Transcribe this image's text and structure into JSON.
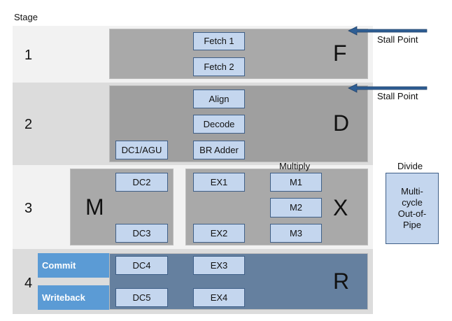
{
  "stage_label": "Stage",
  "stages": [
    "1",
    "2",
    "3",
    "4"
  ],
  "big_letters": {
    "F": "F",
    "D": "D",
    "M": "M",
    "X": "X",
    "R": "R"
  },
  "boxes": {
    "fetch1": "Fetch 1",
    "fetch2": "Fetch 2",
    "align": "Align",
    "decode": "Decode",
    "dc1agu": "DC1/AGU",
    "bradder": "BR Adder",
    "dc2": "DC2",
    "dc3": "DC3",
    "ex1": "EX1",
    "ex2": "EX2",
    "m1": "M1",
    "m2": "M2",
    "m3": "M3",
    "dc4": "DC4",
    "dc5": "DC5",
    "ex3": "EX3",
    "ex4": "EX4"
  },
  "labels": {
    "multiply": "Multiply",
    "divide": "Divide",
    "divide_box": "Multi-\ncycle\nOut-of-\nPipe",
    "commit": "Commit",
    "writeback": "Writeback",
    "stall1": "Stall Point",
    "stall2": "Stall Point"
  },
  "colors": {
    "box_fill": "#c4d6ee",
    "box_border": "#3f5f87",
    "panel_gray": "#a9a9a9",
    "slate": "#65809f",
    "tag_blue": "#5b9bd5",
    "arrow": "#2e5e94"
  }
}
